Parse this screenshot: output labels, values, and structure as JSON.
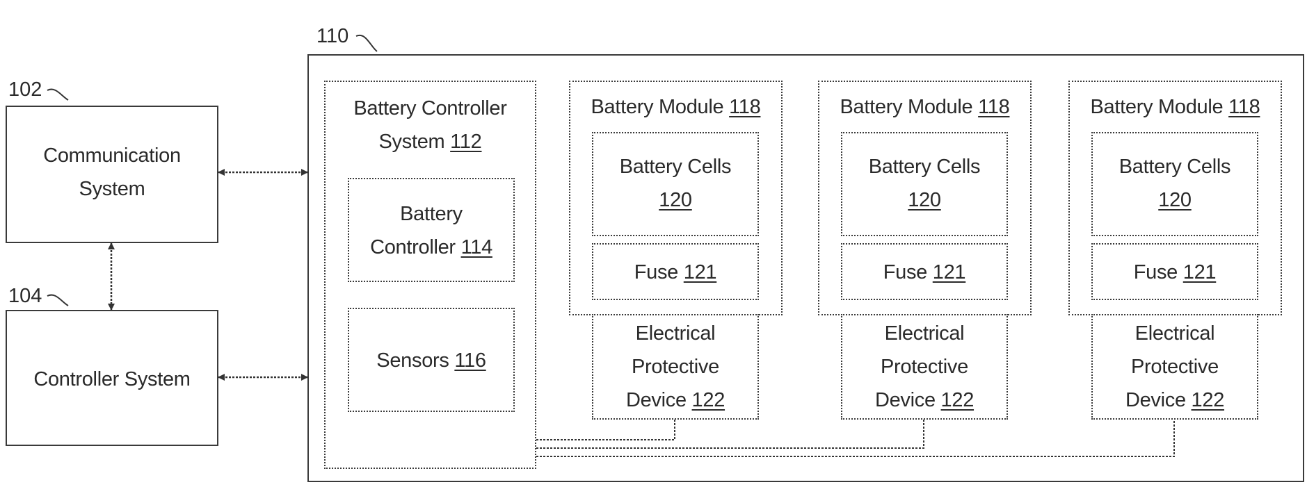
{
  "diagram": {
    "refs": {
      "comm": "102",
      "ctrl": "104",
      "pack": "110"
    },
    "communication_system": {
      "line1": "Communication",
      "line2": "System"
    },
    "controller_system": {
      "label": "Controller System"
    },
    "battery_controller_system": {
      "line1": "Battery Controller",
      "line2": "System",
      "num": "112"
    },
    "battery_controller": {
      "line1": "Battery",
      "line2": "Controller",
      "num": "114"
    },
    "sensors": {
      "label": "Sensors",
      "num": "116"
    },
    "modules": [
      {
        "title": "Battery Module",
        "num": "118",
        "cells": {
          "line1": "Battery Cells",
          "num": "120"
        },
        "fuse": {
          "label": "Fuse",
          "num": "121"
        },
        "epd": {
          "line1": "Electrical",
          "line2": "Protective",
          "line3": "Device",
          "num": "122"
        }
      },
      {
        "title": "Battery Module",
        "num": "118",
        "cells": {
          "line1": "Battery Cells",
          "num": "120"
        },
        "fuse": {
          "label": "Fuse",
          "num": "121"
        },
        "epd": {
          "line1": "Electrical",
          "line2": "Protective",
          "line3": "Device",
          "num": "122"
        }
      },
      {
        "title": "Battery Module",
        "num": "118",
        "cells": {
          "line1": "Battery Cells",
          "num": "120"
        },
        "fuse": {
          "label": "Fuse",
          "num": "121"
        },
        "epd": {
          "line1": "Electrical",
          "line2": "Protective",
          "line3": "Device",
          "num": "122"
        }
      }
    ]
  }
}
